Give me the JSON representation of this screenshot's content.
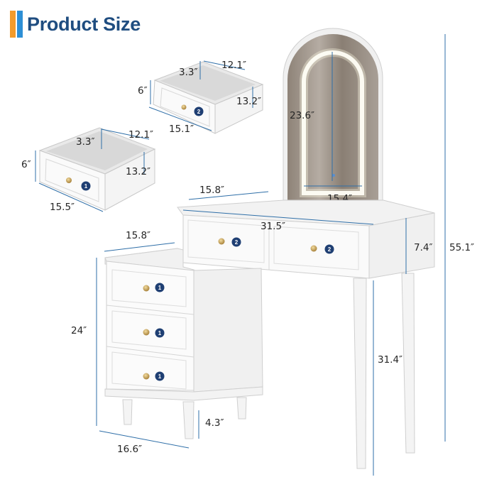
{
  "header": {
    "title": "Product Size",
    "accent_colors": [
      "#f39b2b",
      "#2d8fd6"
    ],
    "title_color": "#1f4d80"
  },
  "dimensions": {
    "top_drawer_depth": "3.3″",
    "top_drawer_width": "12.1″",
    "top_drawer_height": "6″",
    "top_drawer_length": "13.2″",
    "top_drawer_front": "15.1″",
    "left_drawer_depth": "3.3″",
    "left_drawer_width": "12.1″",
    "left_drawer_height": "6″",
    "left_drawer_length": "13.2″",
    "left_drawer_front": "15.5″",
    "mirror_height": "23.6″",
    "mirror_width": "15.4″",
    "desk_depth": "15.8″",
    "desk_width": "31.5″",
    "drawer_band_height": "7.4″",
    "total_height": "55.1″",
    "cabinet_depth": "15.8″",
    "cabinet_height": "24″",
    "leg_height": "31.4″",
    "cabinet_leg_height": "4.3″",
    "cabinet_width": "16.6″"
  },
  "badges": {
    "one": "1",
    "two": "2",
    "color": "#1f3f73"
  },
  "colors": {
    "dimension_line": "#2f6fa8",
    "furniture": "#f7f7f7",
    "outline": "#c9c9c9",
    "knob": "#c9a55a"
  }
}
